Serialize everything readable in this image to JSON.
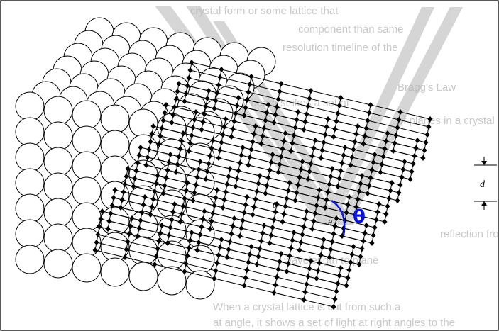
{
  "labels": {
    "spacing": "d",
    "angle_upper": "θ",
    "angle_lower": "θ",
    "angle_highlight": "θ"
  },
  "background_text": [
    "crystal form or some lattice that",
    "component than same",
    "resolution timeline of the",
    "Bragg's Law",
    "A X-ray beam strikes a set of",
    "of planes in a crystal",
    "reflection from a plane",
    "wavelength to plane",
    "When a crystal lattice is cut from such a",
    "at angle, it shows a set of light at right angles to the"
  ],
  "colors": {
    "highlight": "#0a14e0",
    "lattice": "#000000",
    "beam": "#b4b4b4",
    "border": "#222222"
  }
}
